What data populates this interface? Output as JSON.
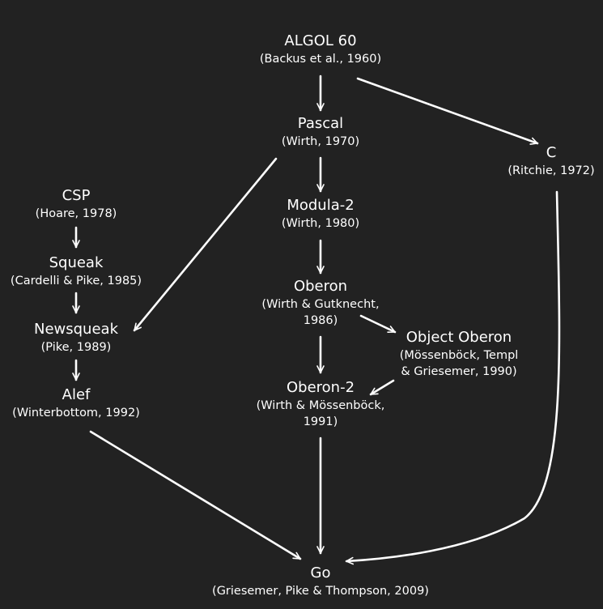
{
  "colors": {
    "background": "#222222",
    "text": "#ffffff",
    "arrow": "#ffffff"
  },
  "nodes": {
    "algol": {
      "name": "ALGOL 60",
      "citation": [
        "(Backus et al., 1960)"
      ]
    },
    "pascal": {
      "name": "Pascal",
      "citation": [
        "(Wirth, 1970)"
      ]
    },
    "c": {
      "name": "C",
      "citation": [
        "(Ritchie, 1972)"
      ]
    },
    "csp": {
      "name": "CSP",
      "citation": [
        "(Hoare, 1978)"
      ]
    },
    "modula2": {
      "name": "Modula-2",
      "citation": [
        "(Wirth, 1980)"
      ]
    },
    "squeak": {
      "name": "Squeak",
      "citation": [
        "(Cardelli & Pike, 1985)"
      ]
    },
    "oberon": {
      "name": "Oberon",
      "citation": [
        "(Wirth & Gutknecht,",
        "1986)"
      ]
    },
    "newsqueak": {
      "name": "Newsqueak",
      "citation": [
        "(Pike, 1989)"
      ]
    },
    "objectoberon": {
      "name": "Object Oberon",
      "citation": [
        "(Mössenböck, Templ",
        "& Griesemer, 1990)"
      ]
    },
    "alef": {
      "name": "Alef",
      "citation": [
        "(Winterbottom, 1992)"
      ]
    },
    "oberon2": {
      "name": "Oberon-2",
      "citation": [
        "(Wirth & Mössenböck,",
        "1991)"
      ]
    },
    "go": {
      "name": "Go",
      "citation": [
        "(Griesemer, Pike & Thompson, 2009)"
      ]
    }
  },
  "edges": [
    {
      "from": "algol",
      "to": "pascal"
    },
    {
      "from": "algol",
      "to": "c"
    },
    {
      "from": "pascal",
      "to": "modula2"
    },
    {
      "from": "pascal",
      "to": "newsqueak"
    },
    {
      "from": "modula2",
      "to": "oberon"
    },
    {
      "from": "oberon",
      "to": "objectoberon"
    },
    {
      "from": "oberon",
      "to": "oberon2"
    },
    {
      "from": "objectoberon",
      "to": "oberon2"
    },
    {
      "from": "csp",
      "to": "squeak"
    },
    {
      "from": "squeak",
      "to": "newsqueak"
    },
    {
      "from": "newsqueak",
      "to": "alef"
    },
    {
      "from": "alef",
      "to": "go"
    },
    {
      "from": "oberon2",
      "to": "go"
    },
    {
      "from": "c",
      "to": "go"
    }
  ]
}
